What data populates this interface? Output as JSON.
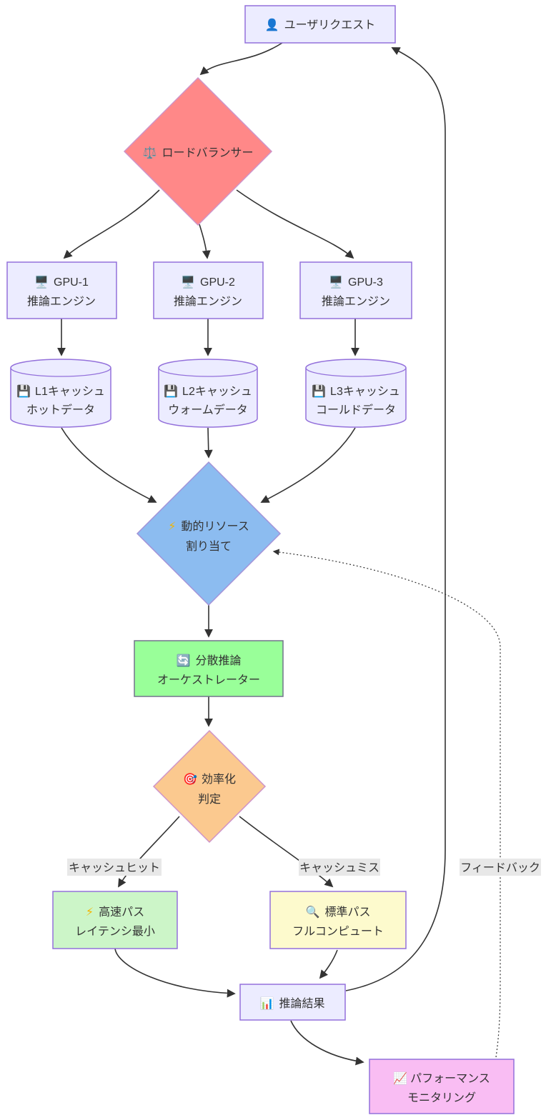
{
  "diagram": {
    "title": "inference-pipeline-flowchart",
    "colors": {
      "edge": "#333333",
      "node_border_purple": "#9370DB",
      "edge_label_bg": "#e8e8e8",
      "text": "#333333"
    },
    "nodes": {
      "user_request": {
        "icon": "👤",
        "label": "ユーザリクエスト",
        "fill": "#ECECFF"
      },
      "load_balancer": {
        "icon": "⚖️",
        "label": "ロードバランサー",
        "fill": "#FF8888"
      },
      "gpu1": {
        "icon": "🖥️",
        "line1": "GPU-1",
        "line2": "推論エンジン",
        "fill": "#ECECFF"
      },
      "gpu2": {
        "icon": "🖥️",
        "line1": "GPU-2",
        "line2": "推論エンジン",
        "fill": "#ECECFF"
      },
      "gpu3": {
        "icon": "🖥️",
        "line1": "GPU-3",
        "line2": "推論エンジン",
        "fill": "#ECECFF"
      },
      "l1_cache": {
        "icon": "💾",
        "line1": "L1キャッシュ",
        "line2": "ホットデータ",
        "fill": "#ECECFF"
      },
      "l2_cache": {
        "icon": "💾",
        "line1": "L2キャッシュ",
        "line2": "ウォームデータ",
        "fill": "#ECECFF"
      },
      "l3_cache": {
        "icon": "💾",
        "line1": "L3キャッシュ",
        "line2": "コールドデータ",
        "fill": "#ECECFF"
      },
      "resource_alloc": {
        "icon": "⚡",
        "line1": "動的リソース",
        "line2": "割り当て",
        "fill": "#8CBCF0"
      },
      "orchestrator": {
        "icon": "🔄",
        "line1": "分散推論",
        "line2": "オーケストレーター",
        "fill": "#99FF99"
      },
      "efficiency": {
        "icon": "🎯",
        "line1": "効率化",
        "line2": "判定",
        "fill": "#FBC98F"
      },
      "fast_path": {
        "icon": "⚡",
        "line1": "高速パス",
        "line2": "レイテンシ最小",
        "fill": "#CCF5C8"
      },
      "std_path": {
        "icon": "🔍",
        "line1": "標準パス",
        "line2": "フルコンピュート",
        "fill": "#FDFACD"
      },
      "result": {
        "icon": "📊",
        "label": "推論結果",
        "fill": "#ECECFF"
      },
      "perf_monitor": {
        "icon": "📈",
        "line1": "パフォーマンス",
        "line2": "モニタリング",
        "fill": "#F9BDF3"
      }
    },
    "edge_labels": {
      "cache_hit": "キャッシュヒット",
      "cache_miss": "キャッシュミス",
      "feedback": "フィードバック"
    }
  }
}
